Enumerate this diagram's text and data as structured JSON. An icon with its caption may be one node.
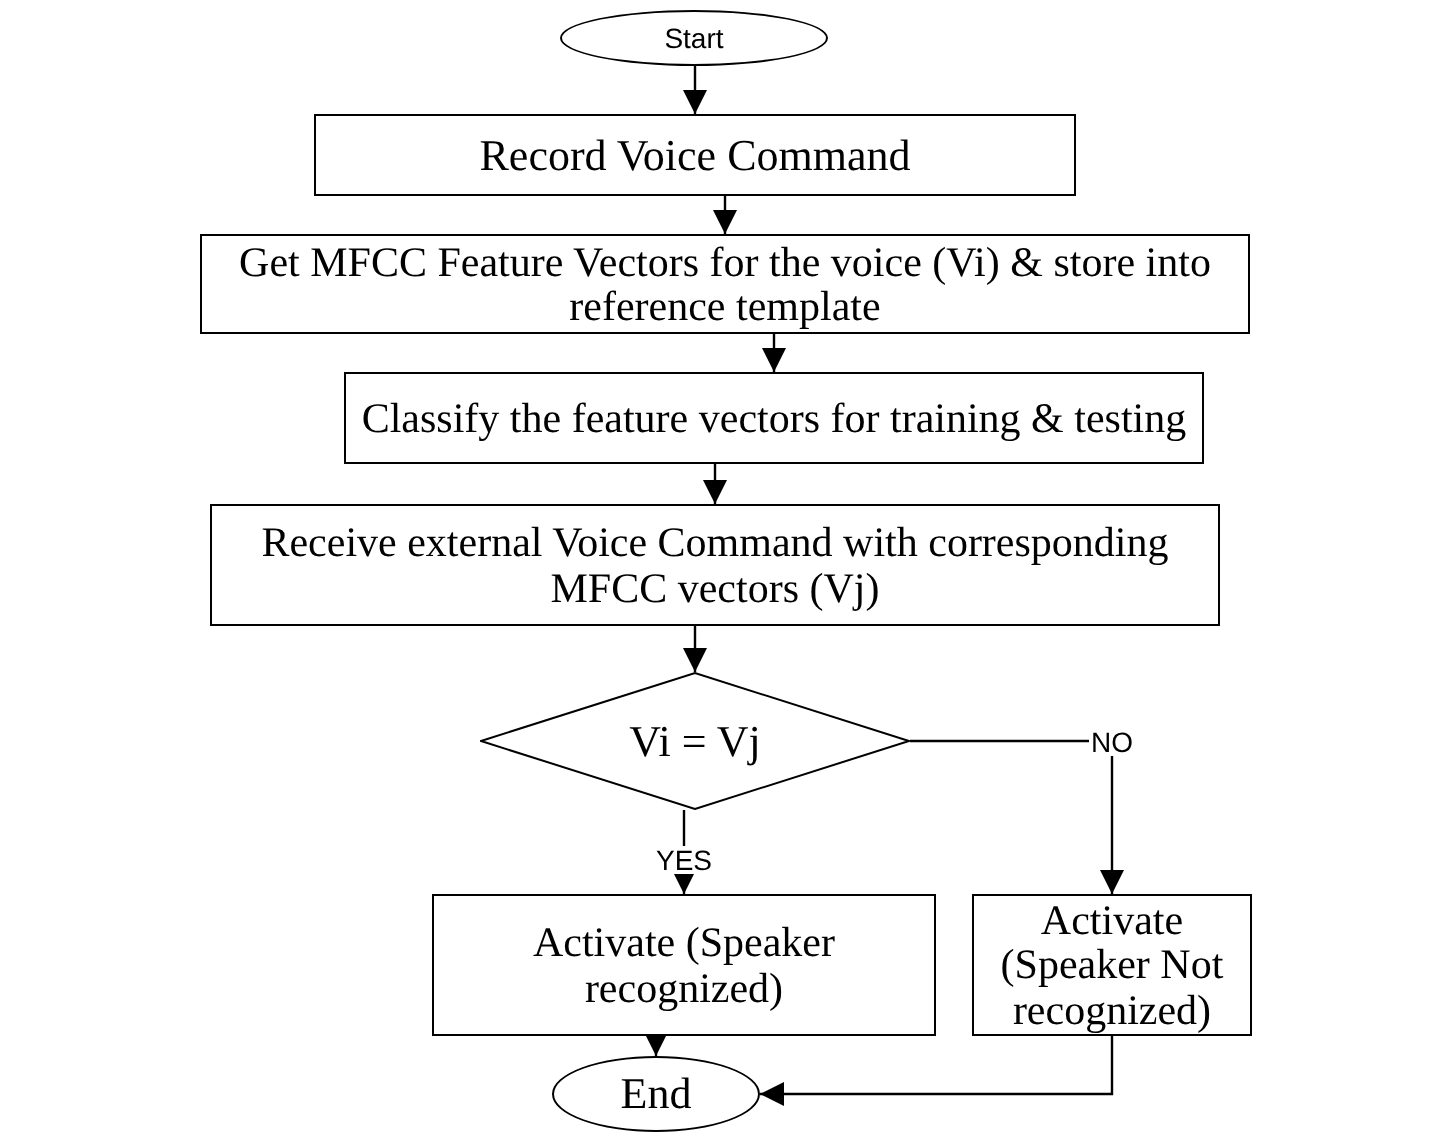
{
  "diagram": {
    "nodes": [
      {
        "text": [
          "Start"
        ]
      },
      {
        "text": [
          "Record Voice Command"
        ]
      },
      {
        "text": [
          "Get MFCC Feature Vectors for the voice (Vi) & store into reference template"
        ]
      },
      {
        "text": [
          "Classify the feature vectors for training & testing"
        ]
      },
      {
        "text": [
          "Receive external Voice Command with corresponding MFCC vectors (Vj)"
        ]
      },
      {
        "text": [
          "Vi = Vj"
        ]
      },
      {
        "text": [
          "Activate (Speaker recognized)"
        ]
      },
      {
        "text": [
          "Activate (Speaker Not recognized)"
        ]
      },
      {
        "text": [
          "End"
        ]
      }
    ],
    "edges": [
      {
        "from": 0,
        "to": 1,
        "arrow": "to"
      },
      {
        "from": 1,
        "to": 2,
        "arrow": "to"
      },
      {
        "from": 2,
        "to": 3,
        "arrow": "to"
      },
      {
        "from": 3,
        "to": 4,
        "arrow": "to"
      },
      {
        "from": 4,
        "to": 5,
        "arrow": "to"
      },
      {
        "from": 5,
        "to": 6,
        "arrow": "to",
        "label": "YES"
      },
      {
        "from": 5,
        "to": 7,
        "arrow": "to",
        "label": "NO"
      },
      {
        "from": 6,
        "to": 8,
        "arrow": "to"
      },
      {
        "from": 7,
        "to": 8,
        "arrow": "to"
      }
    ]
  }
}
